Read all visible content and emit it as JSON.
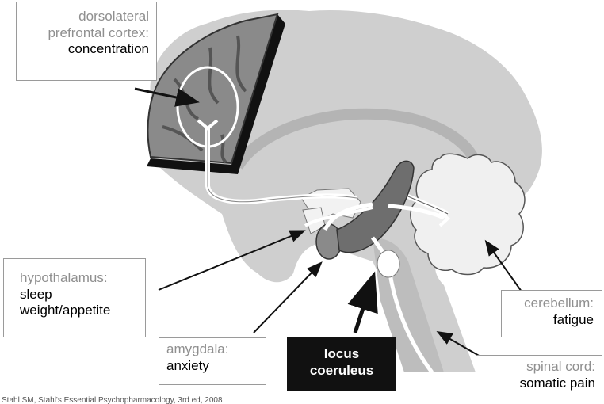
{
  "labels": {
    "dlpfc": {
      "title_line1": "dorsolateral",
      "title_line2": "prefrontal cortex:",
      "text": "concentration"
    },
    "hypothalamus": {
      "title": "hypothalamus:",
      "line1": "sleep",
      "line2": "weight/appetite"
    },
    "amygdala": {
      "title": "amygdala:",
      "text": "anxiety"
    },
    "locus": {
      "line1": "locus",
      "line2": "coeruleus"
    },
    "cerebellum": {
      "title": "cerebellum:",
      "text": "fatigue"
    },
    "spinal": {
      "title": "spinal cord:",
      "text": "somatic pain"
    }
  },
  "citation": "Stahl SM, Stahl's Essential Psychopharmacology, 3rd ed, 2008",
  "colors": {
    "brain_gray": "#cfcfcf",
    "cortex_dark": "#8a8a8a",
    "locus_dark": "#6e6e6e",
    "cerebellum_light": "#f0f0f0",
    "label_gray": "#8f8f8f",
    "locus_box": "#111111"
  }
}
